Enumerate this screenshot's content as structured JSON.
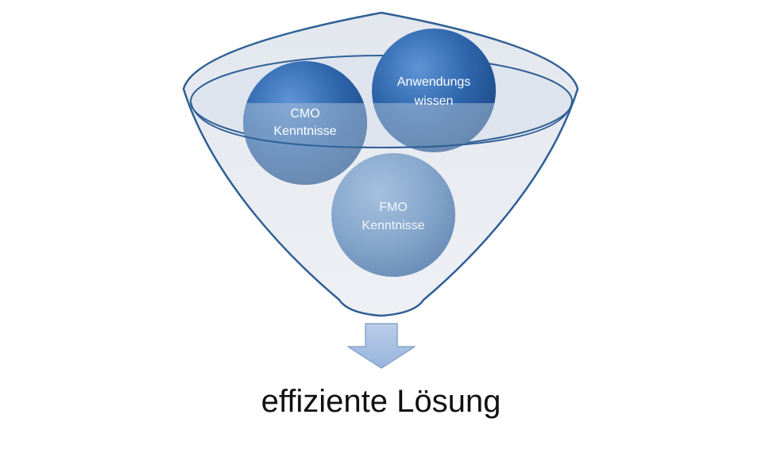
{
  "funnel": {
    "inputs": [
      {
        "id": "cmo",
        "lines": [
          "CMO",
          "Kenntnisse"
        ]
      },
      {
        "id": "anwendung",
        "lines": [
          "Anwendungs",
          "wissen"
        ]
      },
      {
        "id": "fmo",
        "lines": [
          "FMO",
          "Kenntnisse"
        ]
      }
    ],
    "output_label": "effiziente Lösung"
  },
  "colors": {
    "funnel_fill": "#e8ebf0",
    "funnel_rim": "#dfe5ee",
    "funnel_stroke": "#2f5f95",
    "ball_dark": "#2f67ad",
    "ball_light": "#88a8cc",
    "arrow_fill": "#a9c1e3",
    "arrow_stroke": "#8aa3c8"
  }
}
